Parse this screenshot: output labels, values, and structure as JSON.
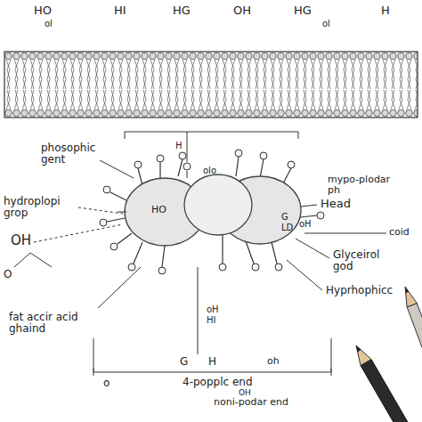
{
  "diagram": {
    "labels": [
      "HO",
      "ol",
      "HI",
      "HG",
      "OH",
      "HG",
      "ol",
      "H",
      "H",
      "olo",
      "mypo-plodar ph",
      "phosophic gent",
      "hydroplopi grop",
      "OH",
      "O",
      "fat accir acid ghaind",
      "Head",
      "oH",
      "coid",
      "Glyceirol god",
      "Hyprhophicc",
      "HO",
      "G",
      "LD",
      "oH",
      "HI",
      "G",
      "H",
      "oh",
      "o",
      "4-popplc end",
      "OH",
      "noni-podar end"
    ]
  }
}
